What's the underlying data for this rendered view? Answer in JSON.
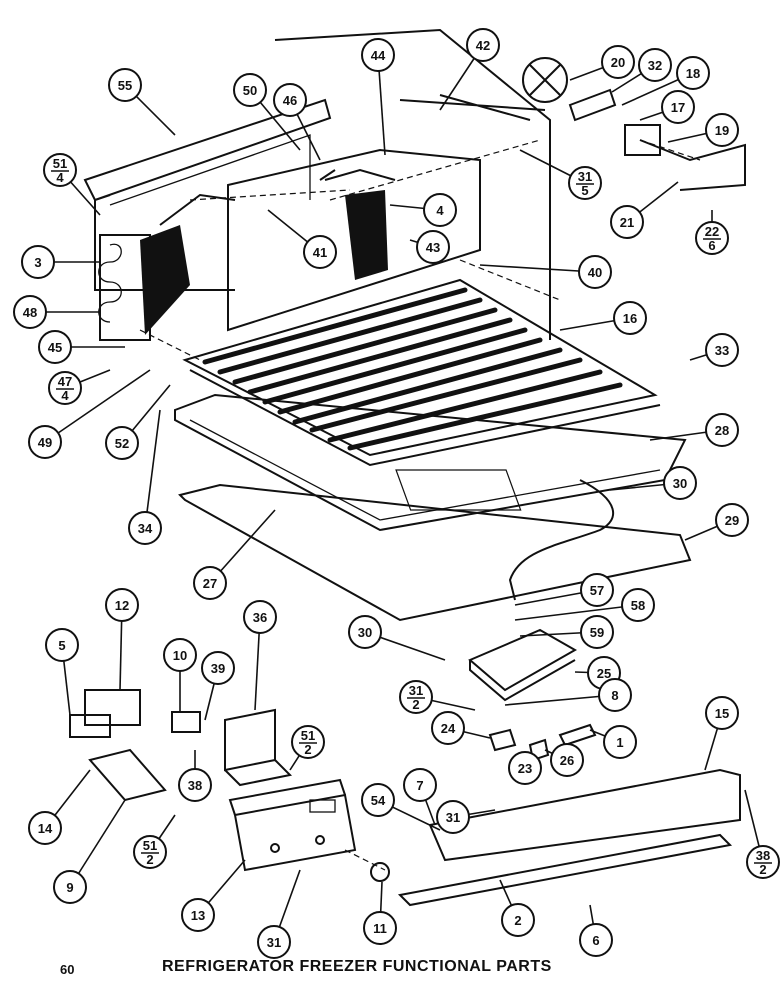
{
  "page_number": "60",
  "caption": "REFRIGERATOR FREEZER FUNCTIONAL PARTS",
  "callouts": [
    {
      "label": "55"
    },
    {
      "label": "50"
    },
    {
      "label": "46"
    },
    {
      "label": "44"
    },
    {
      "label": "42"
    },
    {
      "label": "20"
    },
    {
      "label": "32"
    },
    {
      "label": "18"
    },
    {
      "label": "17"
    },
    {
      "label": "19"
    },
    {
      "label": "51",
      "sub": "4"
    },
    {
      "label": "3"
    },
    {
      "label": "41"
    },
    {
      "label": "4"
    },
    {
      "label": "43"
    },
    {
      "label": "31",
      "sub": "5"
    },
    {
      "label": "21"
    },
    {
      "label": "22",
      "sub": "6"
    },
    {
      "label": "40"
    },
    {
      "label": "48"
    },
    {
      "label": "16"
    },
    {
      "label": "45"
    },
    {
      "label": "33"
    },
    {
      "label": "47",
      "sub": "4"
    },
    {
      "label": "49"
    },
    {
      "label": "52"
    },
    {
      "label": "28"
    },
    {
      "label": "34"
    },
    {
      "label": "30"
    },
    {
      "label": "29"
    },
    {
      "label": "27"
    },
    {
      "label": "12"
    },
    {
      "label": "36"
    },
    {
      "label": "5"
    },
    {
      "label": "10"
    },
    {
      "label": "39"
    },
    {
      "label": "57"
    },
    {
      "label": "58"
    },
    {
      "label": "30"
    },
    {
      "label": "59"
    },
    {
      "label": "25"
    },
    {
      "label": "31",
      "sub": "2"
    },
    {
      "label": "8"
    },
    {
      "label": "24"
    },
    {
      "label": "1"
    },
    {
      "label": "15"
    },
    {
      "label": "51",
      "sub": "2"
    },
    {
      "label": "38"
    },
    {
      "label": "54"
    },
    {
      "label": "7"
    },
    {
      "label": "31"
    },
    {
      "label": "23"
    },
    {
      "label": "26"
    },
    {
      "label": "14"
    },
    {
      "label": "51",
      "sub": "2"
    },
    {
      "label": "9"
    },
    {
      "label": "13"
    },
    {
      "label": "31"
    },
    {
      "label": "11"
    },
    {
      "label": "2"
    },
    {
      "label": "6"
    },
    {
      "label": "38",
      "sub": "2"
    }
  ]
}
